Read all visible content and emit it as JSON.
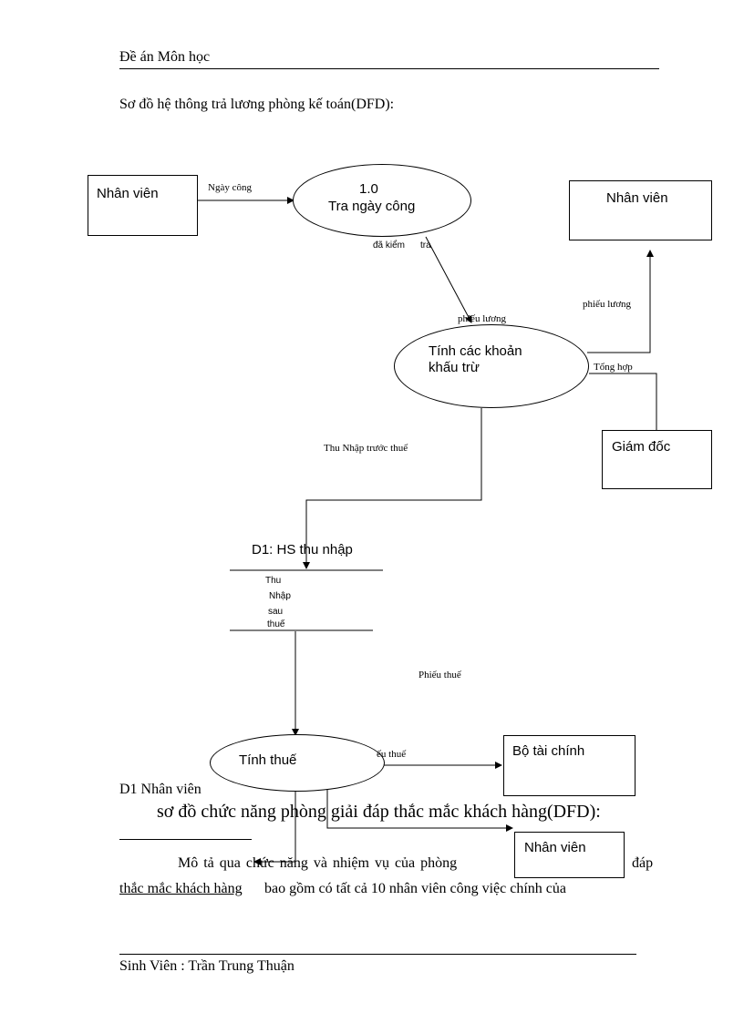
{
  "header": {
    "title": "Đề án Môn học"
  },
  "section_title": "Sơ đồ hệ thông trả lương phòng kế toán(DFD):",
  "diagram": {
    "entities": {
      "nhanvien_left": "Nhân viên",
      "nhanvien_right": "Nhân viên",
      "giamdoc": "Giám đốc",
      "botaichinh": "Bộ tài chính",
      "nhanvien_bottom": "Nhân viên"
    },
    "processes": {
      "p1_number": "1.0",
      "p1_name": "Tra ngày công",
      "p2_line1": "Tính các khoản",
      "p2_line2": "khấu trừ",
      "p3_name": "Tính thuế"
    },
    "datastore": {
      "name": "D1: HS thu nhập"
    },
    "flows": {
      "ngaycong": "Ngày công",
      "dakiem": "đã kiểm",
      "tra": "tra",
      "phieuluong_in": "phiếu lương",
      "phieuluong_out": "phiếu lương",
      "tonghop": "Tổng hợp",
      "thunhap_truocthue": "Thu Nhập trước thuế",
      "thu": "Thu",
      "nhap": "Nhập",
      "sau": "sau",
      "thue": "thuế",
      "phieuthue_mid": "Phiếu thuế",
      "phieuthue_right": "ếu thuế"
    }
  },
  "overlap": {
    "d1_label": "D1 Nhân viên",
    "subtitle": "sơ đồ chức năng phòng giải đáp thắc mắc khách hàng(DFD):",
    "para_start": "Mô tả qua chức năng và nhiệm vụ của phòng",
    "para_end": "đáp",
    "para_line2_a": "thắc mắc khách hàng",
    "para_line2_b": " bao gồm có tất cả 10 nhân viên công việc chính của"
  },
  "footer": {
    "author": "Sinh Viên : Trần Trung Thuận"
  }
}
